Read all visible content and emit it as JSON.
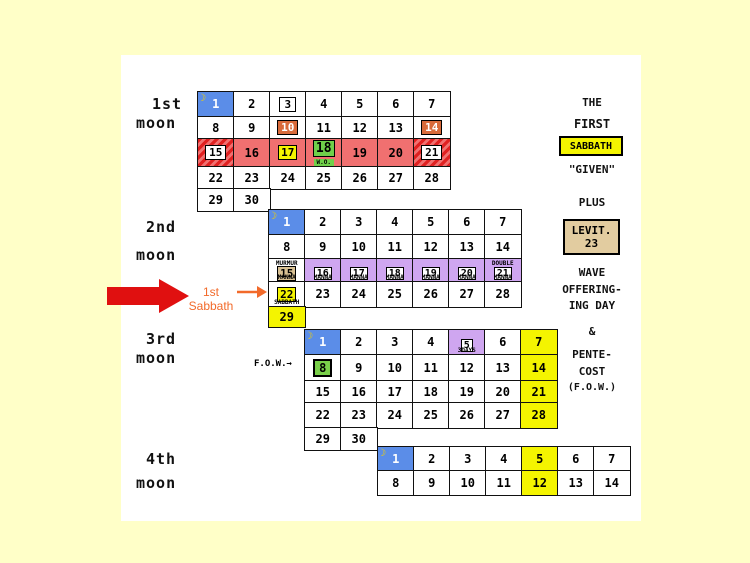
{
  "moons": [
    {
      "label_line1": "1st",
      "label_line2": "moon"
    },
    {
      "label_line1": "2nd",
      "label_line2": "moon"
    },
    {
      "label_line1": "3rd",
      "label_line2": "moon"
    },
    {
      "label_line1": "4th",
      "label_line2": "moon"
    }
  ],
  "right_panel": {
    "the": "THE",
    "first": "FIRST",
    "sabbath": "SABBATH",
    "given": "\"GIVEN\"",
    "plus": "PLUS",
    "levit_line1": "LEVIT.",
    "levit_line2": "23",
    "wave": "WAVE",
    "offering": "OFFERING-",
    "ing_day": "ING DAY",
    "amp": "&",
    "pente": "PENTE-",
    "cost": "COST",
    "fow": "(F.O.W.)"
  },
  "annotations": {
    "first_sabbath_line1": "1st",
    "first_sabbath_line2": "Sabbath",
    "fow_arrow": "F.O.W.→"
  },
  "colors": {
    "background": "#ffffc8",
    "blue": "#5b8de8",
    "yellow": "#f4f400",
    "pink": "#f07070",
    "purple": "#cfa6f0",
    "green": "#6fd04a",
    "red_arrow": "#e01010",
    "orange_arrow": "#f26a2a"
  },
  "grid": {
    "moon1": [
      {
        "n": "1",
        "style": "blue",
        "moon": true
      },
      {
        "n": "2"
      },
      {
        "n": "3",
        "style": "boxed"
      },
      {
        "n": "4"
      },
      {
        "n": "5"
      },
      {
        "n": "6"
      },
      {
        "n": "7"
      },
      {
        "n": "8"
      },
      {
        "n": "9"
      },
      {
        "n": "10",
        "style": "orange-box"
      },
      {
        "n": "11"
      },
      {
        "n": "12"
      },
      {
        "n": "13"
      },
      {
        "n": "14",
        "style": "orange-box"
      },
      {
        "n": "15",
        "style": "hatched"
      },
      {
        "n": "16",
        "style": "pink"
      },
      {
        "n": "17",
        "style": "ylw-box-pink"
      },
      {
        "n": "18",
        "style": "green",
        "sub": "W.O."
      },
      {
        "n": "19",
        "style": "pink"
      },
      {
        "n": "20",
        "style": "pink"
      },
      {
        "n": "21",
        "style": "hatched"
      },
      {
        "n": "22"
      },
      {
        "n": "23"
      },
      {
        "n": "24"
      },
      {
        "n": "25"
      },
      {
        "n": "26"
      },
      {
        "n": "27"
      },
      {
        "n": "28"
      },
      {
        "n": "29"
      },
      {
        "n": "30"
      }
    ],
    "moon2": [
      {
        "n": "1",
        "style": "blue",
        "moon": true
      },
      {
        "n": "2"
      },
      {
        "n": "3"
      },
      {
        "n": "4"
      },
      {
        "n": "5"
      },
      {
        "n": "6"
      },
      {
        "n": "7"
      },
      {
        "n": "8"
      },
      {
        "n": "9"
      },
      {
        "n": "10"
      },
      {
        "n": "11"
      },
      {
        "n": "12"
      },
      {
        "n": "13"
      },
      {
        "n": "14"
      },
      {
        "n": "15",
        "style": "tan-box",
        "subtop": "MURMUR",
        "subbot": "MANNA"
      },
      {
        "n": "16",
        "style": "purple",
        "subbot": "MANNA"
      },
      {
        "n": "17",
        "style": "purple",
        "subbot": "MANNA"
      },
      {
        "n": "18",
        "style": "purple",
        "subbot": "MANNA"
      },
      {
        "n": "19",
        "style": "purple",
        "subbot": "MANNA"
      },
      {
        "n": "20",
        "style": "purple",
        "subbot": "MANNA"
      },
      {
        "n": "21",
        "style": "purple",
        "subtop": "DOUBLE",
        "subbot": "MANNA"
      },
      {
        "n": "22",
        "style": "yellow-box",
        "subbot": "SABBATH"
      },
      {
        "n": "23"
      },
      {
        "n": "24"
      },
      {
        "n": "25"
      },
      {
        "n": "26"
      },
      {
        "n": "27"
      },
      {
        "n": "28"
      },
      {
        "n": "29",
        "style": "yellow"
      }
    ],
    "moon3": [
      {
        "n": "1",
        "style": "blue",
        "moon": true
      },
      {
        "n": "2"
      },
      {
        "n": "3"
      },
      {
        "n": "4"
      },
      {
        "n": "5",
        "style": "purple",
        "subbot": "3DAYS"
      },
      {
        "n": "6"
      },
      {
        "n": "7",
        "style": "yellow"
      },
      {
        "n": "8",
        "style": "green8"
      },
      {
        "n": "9"
      },
      {
        "n": "10"
      },
      {
        "n": "11"
      },
      {
        "n": "12"
      },
      {
        "n": "13"
      },
      {
        "n": "14",
        "style": "yellow"
      },
      {
        "n": "15"
      },
      {
        "n": "16"
      },
      {
        "n": "17"
      },
      {
        "n": "18"
      },
      {
        "n": "19"
      },
      {
        "n": "20"
      },
      {
        "n": "21",
        "style": "yellow"
      },
      {
        "n": "22"
      },
      {
        "n": "23"
      },
      {
        "n": "24"
      },
      {
        "n": "25"
      },
      {
        "n": "26"
      },
      {
        "n": "27"
      },
      {
        "n": "28",
        "style": "yellow"
      },
      {
        "n": "29"
      },
      {
        "n": "30"
      }
    ],
    "moon4": [
      {
        "n": "1",
        "style": "blue",
        "moon": true
      },
      {
        "n": "2"
      },
      {
        "n": "3"
      },
      {
        "n": "4"
      },
      {
        "n": "5",
        "style": "yellow"
      },
      {
        "n": "6"
      },
      {
        "n": "7"
      },
      {
        "n": "8"
      },
      {
        "n": "9"
      },
      {
        "n": "10"
      },
      {
        "n": "11"
      },
      {
        "n": "12",
        "style": "yellow"
      },
      {
        "n": "13"
      },
      {
        "n": "14"
      }
    ]
  }
}
